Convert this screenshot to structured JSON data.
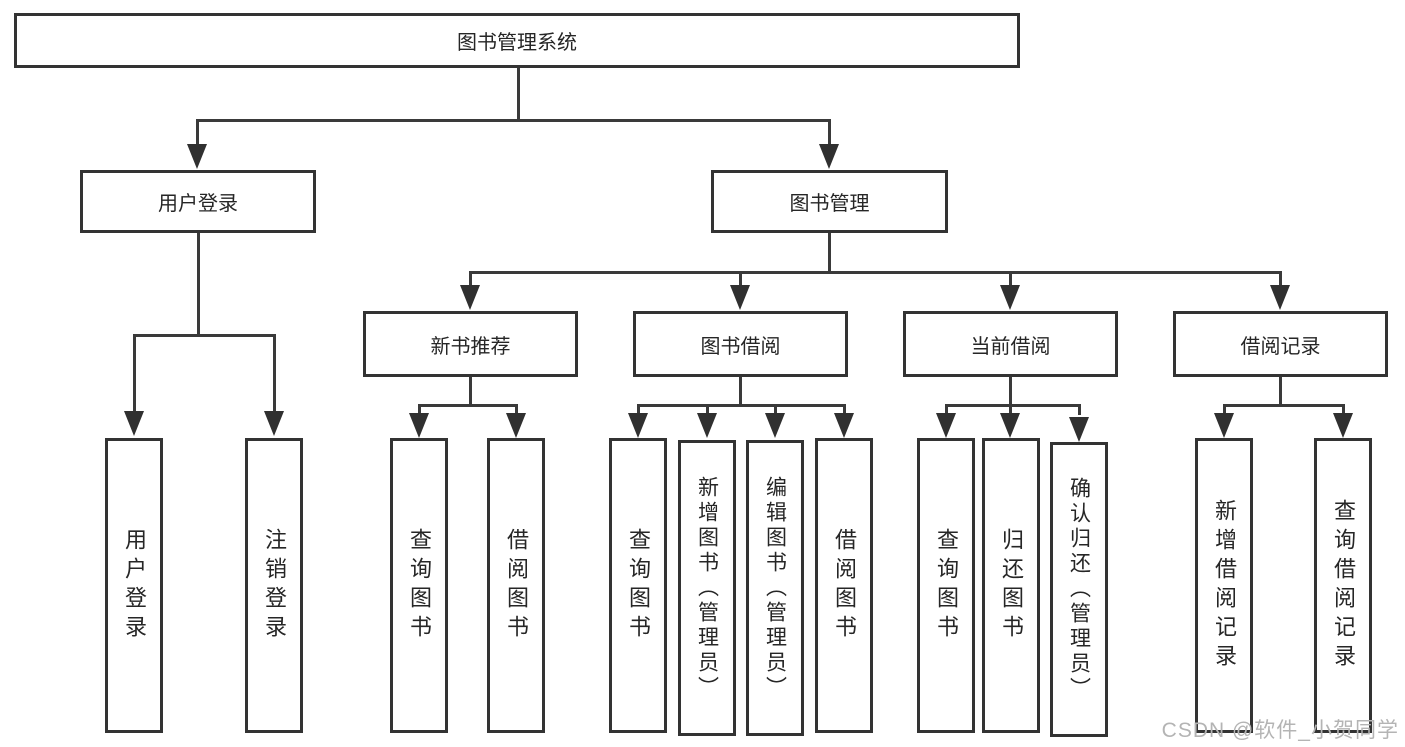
{
  "diagram": {
    "tree": {
      "label": "图书管理系统",
      "children": [
        {
          "label": "用户登录",
          "children": [
            {
              "label": "用户登录"
            },
            {
              "label": "注销登录"
            }
          ]
        },
        {
          "label": "图书管理",
          "children": [
            {
              "label": "新书推荐",
              "children": [
                {
                  "label": "查询图书"
                },
                {
                  "label": "借阅图书"
                }
              ]
            },
            {
              "label": "图书借阅",
              "children": [
                {
                  "label": "查询图书"
                },
                {
                  "label": "新增图书（管理员）"
                },
                {
                  "label": "编辑图书（管理员）"
                },
                {
                  "label": "借阅图书"
                }
              ]
            },
            {
              "label": "当前借阅",
              "children": [
                {
                  "label": "查询图书"
                },
                {
                  "label": "归还图书"
                },
                {
                  "label": "确认归还（管理员）"
                }
              ]
            },
            {
              "label": "借阅记录",
              "children": [
                {
                  "label": "新增借阅记录"
                },
                {
                  "label": "查询借阅记录"
                }
              ]
            }
          ]
        }
      ]
    },
    "colors": {
      "line": "#3a3a3a",
      "border": "#333333",
      "text": "#262626",
      "background": "#ffffff"
    }
  },
  "watermark": {
    "text": "CSDN @软件_小贺同学"
  }
}
